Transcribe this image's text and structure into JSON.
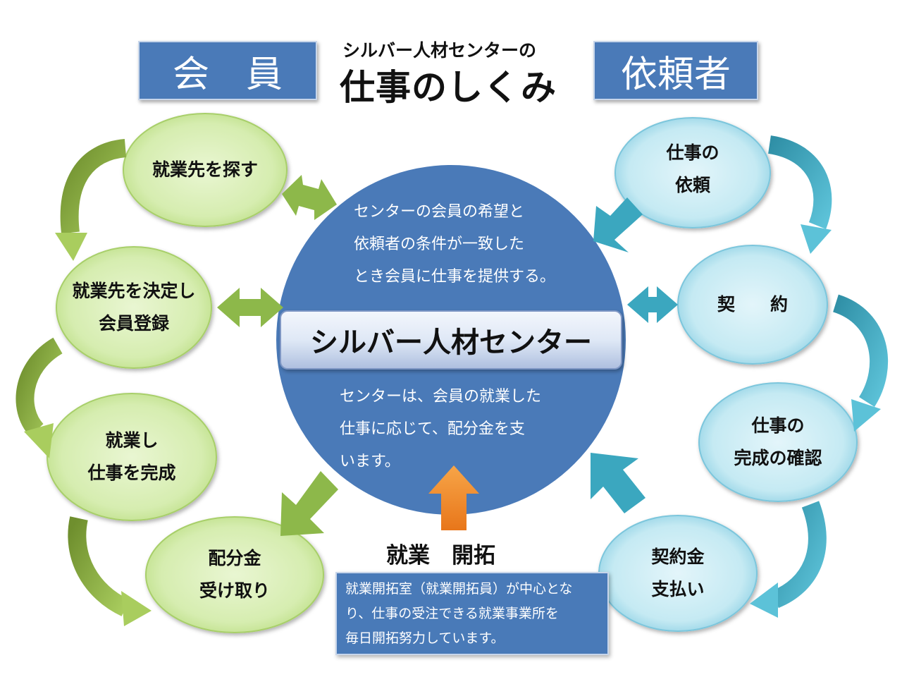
{
  "header": {
    "member_box": "会　員",
    "title_small": "シルバー人材センターの",
    "title_large": "仕事のしくみ",
    "client_box": "依頼者"
  },
  "center": {
    "top_text": [
      "センターの会員の希望と",
      "依頼者の条件が一致した",
      "とき会員に仕事を提供する。"
    ],
    "banner": "シルバー人材センター",
    "bottom_text": [
      "センターは、会員の就業した",
      "仕事に応じて、配分金を支",
      "います。"
    ]
  },
  "member_steps": [
    {
      "lines": [
        "就業先を探す"
      ]
    },
    {
      "lines": [
        "就業先を決定し",
        "会員登録"
      ]
    },
    {
      "lines": [
        "就業し",
        "仕事を完成"
      ]
    },
    {
      "lines": [
        "配分金",
        "受け取り"
      ]
    }
  ],
  "client_steps": [
    {
      "lines": [
        "仕事の",
        "依頼"
      ]
    },
    {
      "lines": [
        "契　　約"
      ]
    },
    {
      "lines": [
        "仕事の",
        "完成の確認"
      ]
    },
    {
      "lines": [
        "契約金",
        "支払い"
      ]
    }
  ],
  "development": {
    "title": "就業　開拓",
    "text": [
      "就業開拓室（就業開拓員）が中心とな",
      "り、仕事の受注できる就業事業所を",
      "毎日開拓努力しています。"
    ]
  },
  "colors": {
    "member_fill": "#d6edb0",
    "member_arrow": "#8db84a",
    "client_fill": "#c5eaf3",
    "client_arrow": "#3ba7bf",
    "center_circle": "#4a7ab8",
    "development_arrow": "#f08a24"
  }
}
